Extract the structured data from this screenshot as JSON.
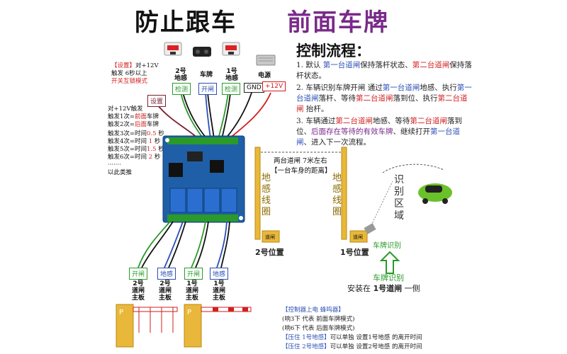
{
  "titles": {
    "left": "防止跟车",
    "right": "前面车牌"
  },
  "flow": {
    "heading": "控制流程：",
    "step1": {
      "a": "1. 默认 ",
      "b": "第一台道闸",
      "c": "保持落杆状态、",
      "d": "第二台道闸",
      "e": "保持落杆状态。"
    },
    "step2": {
      "a": "2. 车辆识别车牌开闸  通过",
      "b": "第一台道闸",
      "c": "地感、执行",
      "d": "第一台道闸",
      "e": "落杆、等待",
      "f": "第二台道闸",
      "g": "落到位、执行",
      "h": "第二台道闸",
      "i": " 抬杆。"
    },
    "step3": {
      "a": "3. 车辆通过",
      "b": "第二台道闸",
      "c": "地感、等待",
      "d": "第二台道闸",
      "e": "落到位、",
      "f": "后面存在等待的有效车牌",
      "g": "、继续打开",
      "h": "第一台道闸",
      "i": "、进入下一次流程。"
    }
  },
  "settings_note": {
    "a": "【设置】",
    "b": "对+12V",
    "c": "触发 6秒以上",
    "d": "开关互锁模式"
  },
  "trigger_note": {
    "line1": "对+12V触发",
    "line2a": "触发1次=",
    "line2b": "前面",
    "line2c": "车牌",
    "line3a": "触发2次=",
    "line3b": "后面",
    "line3c": "车牌"
  },
  "time_note": {
    "rows": [
      {
        "a": "触发3次=时间",
        "b": "0.5",
        "c": " 秒"
      },
      {
        "a": "触发4次=时间",
        "b": " 1 ",
        "c": " 秒"
      },
      {
        "a": "触发5次=时间",
        "b": "1.5",
        "c": " 秒"
      },
      {
        "a": "触发6次=时间",
        "b": " 2 ",
        "c": " 秒"
      }
    ],
    "dots": "·······",
    "etc": "以此类推"
  },
  "top_devices": {
    "sensor2": "2号\n地感",
    "plate": "车牌",
    "sensor1": "1号\n地感",
    "power": "电源"
  },
  "terminal_tags": {
    "settings": "设置",
    "detect2": "检测",
    "open": "开闸",
    "detect1": "检测",
    "gnd": "GND",
    "plus12v": "+12V"
  },
  "bottom_tags": {
    "open2": "开闸",
    "sense2": "地感",
    "open1": "开闸",
    "sense1": "地感"
  },
  "bottom_labels": {
    "g2": "2号\n道闸\n主板",
    "s2": "2号\n道闸\n主板",
    "g1": "1号\n道闸\n主板",
    "s1": "1号\n道闸\n主板"
  },
  "road": {
    "distance": "两台道闸 7米左右",
    "gap": "【一台车身的距离】",
    "coil_left": "地感线圈",
    "coil_right": "地感线圈",
    "pos2": "2号位置",
    "pos1": "1号位置",
    "gate_box": "道闸",
    "zone": "识别区域",
    "plate_recog": "车牌识别",
    "plate_recog2": "车牌识别",
    "install_a": "安装在 ",
    "install_b": "1号道闸",
    "install_c": " 一侧"
  },
  "bottom_note": {
    "l1": "【控制器上电 蜂鸣器】",
    "l2": "(响3下  代表  前面车牌模式)",
    "l3": "(响6下  代表  后面车牌模式)",
    "l4a": "【压住 1号地感】",
    "l4b": "可以单独 设置1号地感 的离开时间",
    "l5a": "【压住 2号地感】",
    "l5b": "可以单独 设置2号地感 的离开时间"
  },
  "colors": {
    "green": "#2a9a2a",
    "blue": "#2b4fb6",
    "red": "#d11f1f",
    "purple": "#7a2a8a",
    "board": "#1f5fa8",
    "gate": "#e9b83a"
  }
}
